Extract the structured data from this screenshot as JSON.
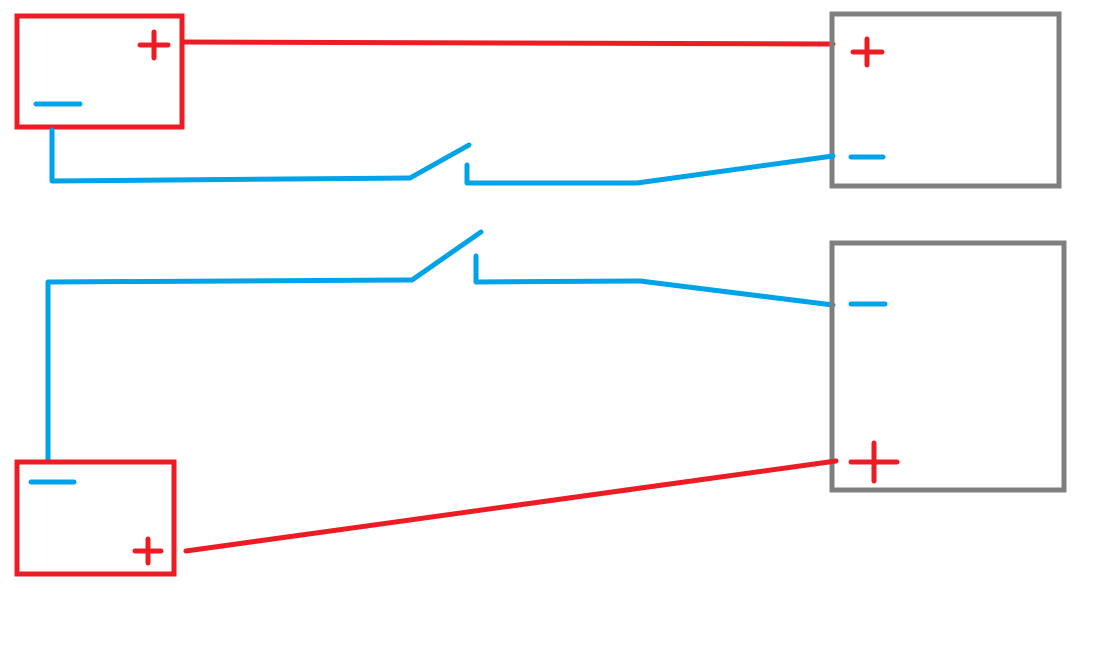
{
  "colors": {
    "positive": "#ED1C24",
    "negative": "#00A2E8",
    "device": "#7F7F7F",
    "background": "#FFFFFF"
  },
  "components": [
    {
      "name": "source-battery-top",
      "type": "battery"
    },
    {
      "name": "load-top",
      "type": "device"
    },
    {
      "name": "switch-top",
      "type": "switch",
      "state": "open"
    },
    {
      "name": "source-battery-bottom",
      "type": "battery"
    },
    {
      "name": "load-bottom",
      "type": "device"
    },
    {
      "name": "switch-bottom",
      "type": "switch",
      "state": "open"
    }
  ]
}
